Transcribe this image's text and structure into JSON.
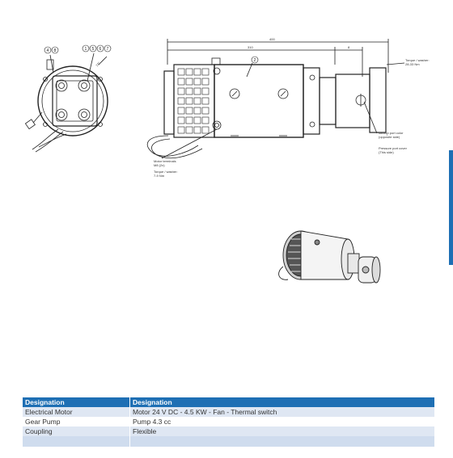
{
  "drawing": {
    "dimensions": {
      "overall": "400",
      "body": "310",
      "pump": "8"
    },
    "callouts": {
      "front_left_a": "4",
      "front_left_b": "8",
      "front_right_1": "1",
      "front_right_5": "5",
      "front_right_6": "6",
      "front_right_7": "7",
      "angle": "72°",
      "side_2": "2"
    },
    "annotations": {
      "torque_pump": "Torque / washer:\n28-33 Nm",
      "suction_port": "suction port color\n(opposite side)",
      "pressure_port": "Pressure port cover\n(This side)",
      "motor_terminals": "Motor terminals\nM8 (2x)",
      "torque_terminals": "Torque / washer:\n7-9 Nm",
      "port_marker": "I"
    }
  },
  "table": {
    "headers": [
      "Designation",
      "Designation"
    ],
    "rows": [
      [
        "Electrical Motor",
        "Motor 24 V DC - 4.5 KW - Fan - Thermal switch"
      ],
      [
        "Gear Pump",
        "Pump 4.3 cc"
      ],
      [
        "Coupling",
        "Flexible"
      ]
    ]
  },
  "colors": {
    "accent": "#1e6fb4",
    "row_tint": "#dfe7f3"
  }
}
